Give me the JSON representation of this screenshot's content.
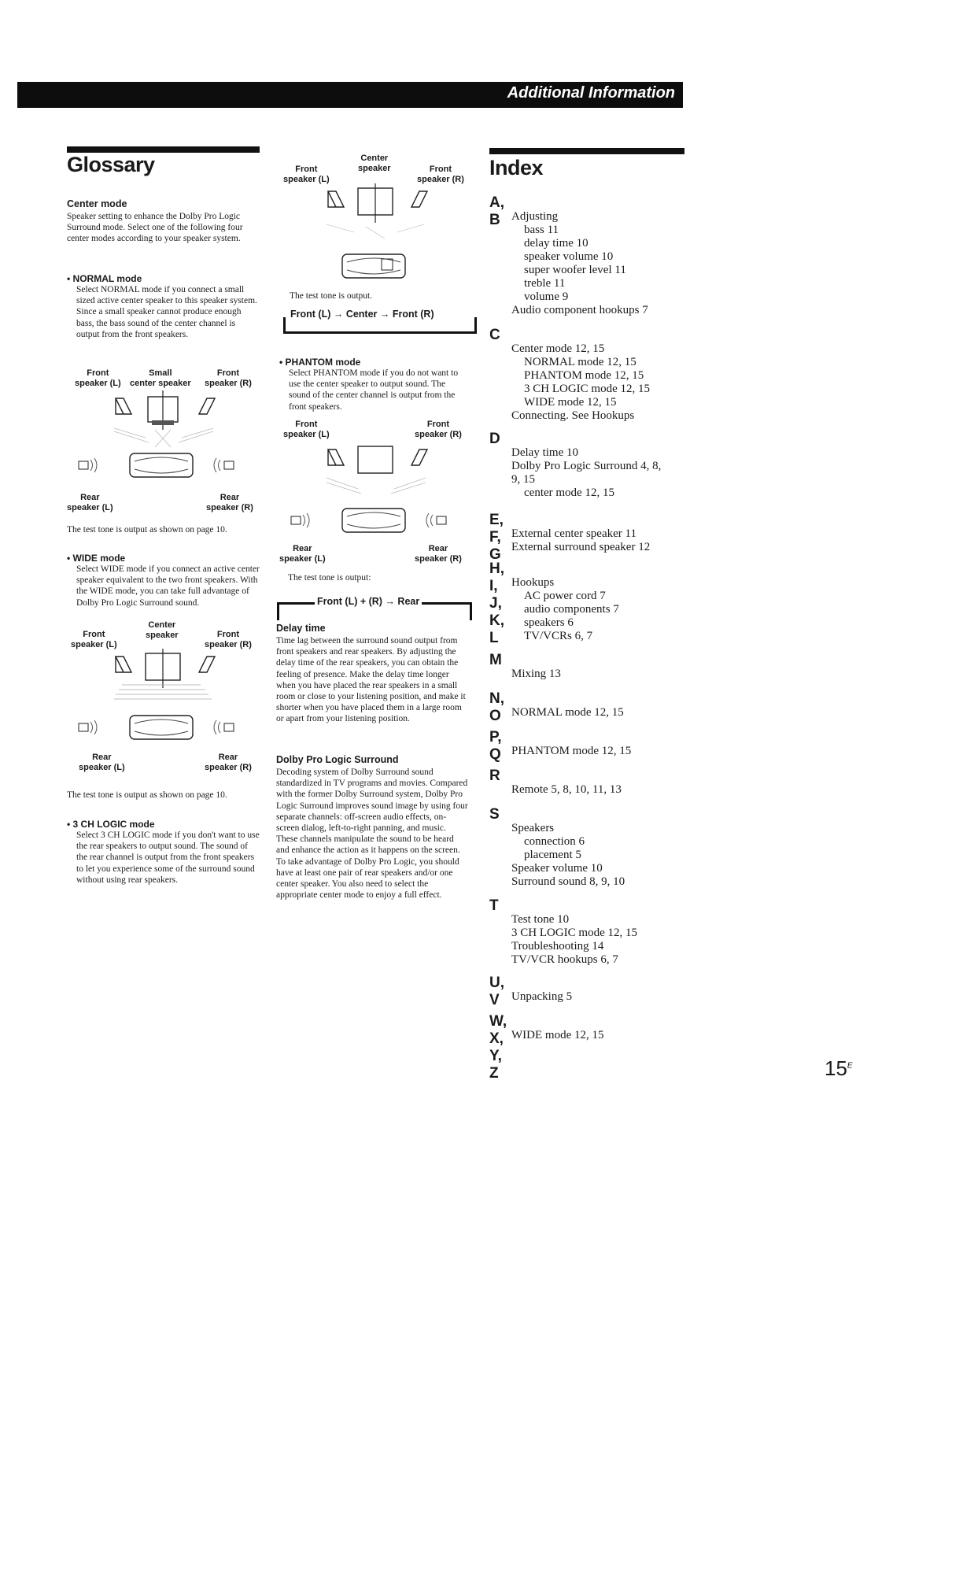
{
  "header": {
    "section_title": "Additional Information"
  },
  "glossary": {
    "title": "Glossary",
    "center_mode": {
      "heading": "Center mode",
      "text": "Speaker setting to enhance the Dolby Pro Logic Surround mode. Select one of the following four center modes according to your speaker system."
    },
    "normal": {
      "heading": "• NORMAL mode",
      "text": "Select NORMAL mode if you connect a small sized active center speaker to this speaker system. Since a small speaker cannot produce enough bass, the bass sound of the center channel is output from the front speakers.",
      "labels": {
        "front_l": "Front\nspeaker (L)",
        "center": "Small\ncenter speaker",
        "front_r": "Front\nspeaker (R)",
        "rear_l": "Rear\nspeaker (L)",
        "rear_r": "Rear\nspeaker (R)"
      },
      "note": "The test tone is output as shown on page 10."
    },
    "wide": {
      "heading": "• WIDE mode",
      "text": "Select WIDE mode if you connect an active center speaker equivalent to the two front speakers. With the WIDE mode, you can take full advantage of Dolby Pro Logic Surround sound.",
      "labels": {
        "front_l": "Front\nspeaker (L)",
        "center": "Center\nspeaker",
        "front_r": "Front\nspeaker (R)",
        "rear_l": "Rear\nspeaker (L)",
        "rear_r": "Rear\nspeaker (R)"
      },
      "note": "The test tone is output as shown on page 10."
    },
    "three_ch": {
      "heading": "• 3 CH LOGIC mode",
      "text": "Select 3 CH LOGIC mode if you don't want to use the rear speakers to output sound. The sound of the rear channel is output from the front speakers to let you experience some of the surround sound without using rear speakers.",
      "labels": {
        "front_l": "Front\nspeaker (L)",
        "center": "Center\nspeaker",
        "front_r": "Front\nspeaker (R)"
      },
      "note": "The test tone is output.",
      "flow": "Front (L) → Center → Front (R)"
    },
    "phantom": {
      "heading": "• PHANTOM mode",
      "text": "Select PHANTOM mode if you do not want to use the center speaker to output sound. The sound of the center channel is output from the front speakers.",
      "labels": {
        "front_l": "Front\nspeaker (L)",
        "front_r": "Front\nspeaker (R)",
        "rear_l": "Rear\nspeaker (L)",
        "rear_r": "Rear\nspeaker (R)"
      },
      "note": "The test tone is output:",
      "flow": "Front (L) + (R) → Rear"
    },
    "delay_time": {
      "heading": "Delay time",
      "text": "Time lag between the surround sound output from front speakers and rear speakers. By adjusting the delay time of the rear speakers, you can obtain the feeling of presence. Make the delay time longer when you have placed the rear speakers in a small room or close to your listening position, and make it shorter when you have placed them in a large room or apart from your listening position."
    },
    "dolby": {
      "heading": "Dolby Pro Logic Surround",
      "text": "Decoding system of Dolby Surround sound standardized in TV programs and movies. Compared with the former Dolby Surround system, Dolby Pro Logic Surround improves sound image by using four separate channels: off-screen audio effects, on-screen dialog, left-to-right panning, and music. These channels manipulate the sound to be heard and enhance the action as it happens on the screen. To take advantage of Dolby Pro Logic, you should have at least one pair of rear speakers and/or one center speaker. You also need to select the appropriate center mode to enjoy a full effect."
    }
  },
  "index": {
    "title": "Index",
    "sections": [
      {
        "letter": "A, B",
        "entries": [
          {
            "text": "Adjusting",
            "indent": 0
          },
          {
            "text": "bass  11",
            "indent": 1
          },
          {
            "text": "delay time  10",
            "indent": 1
          },
          {
            "text": "speaker volume  10",
            "indent": 1
          },
          {
            "text": "super woofer level  11",
            "indent": 1
          },
          {
            "text": "treble  11",
            "indent": 1
          },
          {
            "text": "volume  9",
            "indent": 1
          },
          {
            "text": "Audio component hookups  7",
            "indent": 0
          }
        ]
      },
      {
        "letter": "C",
        "entries": [
          {
            "text": "Center mode  12, 15",
            "indent": 0
          },
          {
            "text": "NORMAL mode  12, 15",
            "indent": 1
          },
          {
            "text": "PHANTOM mode  12, 15",
            "indent": 1
          },
          {
            "text": "3 CH LOGIC mode  12, 15",
            "indent": 1
          },
          {
            "text": "WIDE mode  12, 15",
            "indent": 1
          },
          {
            "text": "Connecting. See Hookups",
            "indent": 0
          }
        ]
      },
      {
        "letter": "D",
        "entries": [
          {
            "text": "Delay time  10",
            "indent": 0
          },
          {
            "text": "Dolby Pro Logic Surround  4, 8,",
            "indent": 0
          },
          {
            "text": "9, 15",
            "indent": 0
          },
          {
            "text": "center mode  12, 15",
            "indent": 1
          }
        ]
      },
      {
        "letter": "E, F, G",
        "entries": [
          {
            "text": "External center speaker  11",
            "indent": 0
          },
          {
            "text": "External surround speaker  12",
            "indent": 0
          }
        ]
      },
      {
        "letter": "H, I, J, K, L",
        "entries": [
          {
            "text": "Hookups",
            "indent": 0
          },
          {
            "text": "AC power cord  7",
            "indent": 1
          },
          {
            "text": "audio components  7",
            "indent": 1
          },
          {
            "text": "speakers  6",
            "indent": 1
          },
          {
            "text": "TV/VCRs  6, 7",
            "indent": 1
          }
        ]
      },
      {
        "letter": "M",
        "entries": [
          {
            "text": "Mixing  13",
            "indent": 0
          }
        ]
      },
      {
        "letter": "N, O",
        "entries": [
          {
            "text": "NORMAL mode  12, 15",
            "indent": 0
          }
        ]
      },
      {
        "letter": "P, Q",
        "entries": [
          {
            "text": "PHANTOM mode  12, 15",
            "indent": 0
          }
        ]
      },
      {
        "letter": "R",
        "entries": [
          {
            "text": "Remote  5, 8, 10, 11, 13",
            "indent": 0
          }
        ]
      },
      {
        "letter": "S",
        "entries": [
          {
            "text": "Speakers",
            "indent": 0
          },
          {
            "text": "connection  6",
            "indent": 1
          },
          {
            "text": "placement  5",
            "indent": 1
          },
          {
            "text": "Speaker volume  10",
            "indent": 0
          },
          {
            "text": "Surround sound  8, 9, 10",
            "indent": 0
          }
        ]
      },
      {
        "letter": "T",
        "entries": [
          {
            "text": "Test tone  10",
            "indent": 0
          },
          {
            "text": "3 CH LOGIC mode  12, 15",
            "indent": 0
          },
          {
            "text": "Troubleshooting  14",
            "indent": 0
          },
          {
            "text": "TV/VCR hookups  6, 7",
            "indent": 0
          }
        ]
      },
      {
        "letter": "U, V",
        "entries": [
          {
            "text": "Unpacking  5",
            "indent": 0
          }
        ]
      },
      {
        "letter": "W, X, Y, Z",
        "entries": [
          {
            "text": "WIDE mode  12, 15",
            "indent": 0
          }
        ]
      }
    ]
  },
  "page_number": "15",
  "page_suffix": "E"
}
